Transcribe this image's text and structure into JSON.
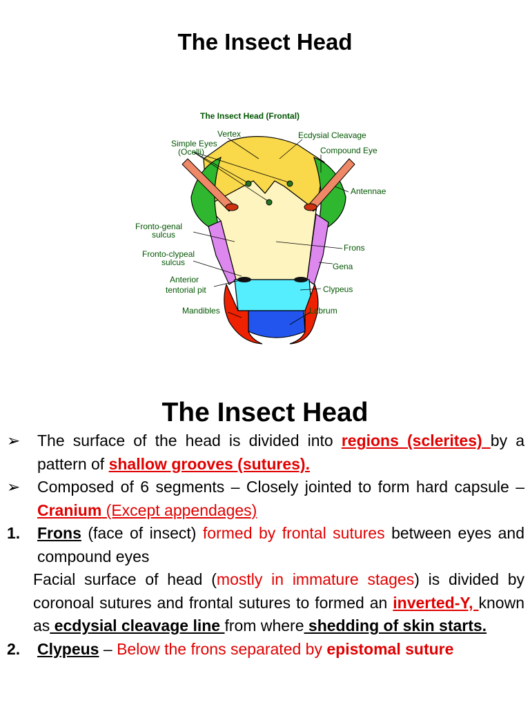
{
  "page_title": "The Insect Head",
  "diagram": {
    "title": "The Insect Head (Frontal)",
    "labels": {
      "vertex": "Vertex",
      "ecdysial": "Ecdysial Cleavage",
      "simple_eyes_1": "Simple Eyes",
      "simple_eyes_2": "(Ocelli)",
      "compound_eye": "Compound Eye",
      "antennae": "Antennae",
      "fronto_genal_1": "Fronto-genal",
      "fronto_genal_2": "sulcus",
      "frons": "Frons",
      "fronto_clypeal_1": "Fronto-clypeal",
      "fronto_clypeal_2": "sulcus",
      "gena": "Gena",
      "anterior_1": "Anterior",
      "anterior_2": "tentorial pit",
      "clypeus": "Clypeus",
      "mandibles": "Mandibles",
      "labrum": "Labrum"
    },
    "colors": {
      "vertex": "#f9d94a",
      "frons": "#fdf4c0",
      "compound_eye": "#2fb82f",
      "gena": "#dd88ee",
      "clypeus": "#55eeff",
      "labrum": "#2255ee",
      "mandibles": "#ee2200",
      "antenna": "#ee8866",
      "label_text": "#005500"
    }
  },
  "section_title": "The Insect Head",
  "bullets": {
    "b1": {
      "mark": "➢",
      "t1": "The surface of the head is divided into ",
      "t2": "regions (sclerites) ",
      "t3": "by a pattern of ",
      "t4": "shallow grooves (sutures)."
    },
    "b2": {
      "mark": "➢",
      "t1": "Composed of 6 segments – Closely jointed to form hard capsule – ",
      "t2": "Cranium",
      "t3": " (Except appendages)"
    }
  },
  "items": {
    "i1": {
      "num": "1.",
      "term": "Frons",
      "t1": " (face of insect) ",
      "t2": "formed by frontal sutures",
      "t3": " between eyes and compound eyes"
    },
    "para": {
      "t1": "Facial surface of head (",
      "t2": "mostly in immature stages",
      "t3": ") is divided by coronoal sutures and frontal sutures to formed an ",
      "t4": "inverted-Y, ",
      "t5": "known as",
      "t6": " ecdysial cleavage line ",
      "t7": "from where",
      "t8": " shedding of skin starts."
    },
    "i2": {
      "num": "2.",
      "term": "Clypeus",
      "t1": " – ",
      "t2": "Below the frons separated by ",
      "t3": "epistomal suture"
    }
  }
}
